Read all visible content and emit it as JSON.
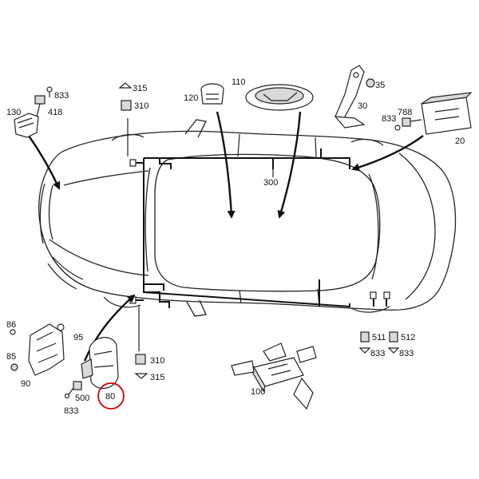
{
  "labels": {
    "p833_a": "833",
    "p418": "418",
    "p130": "130",
    "p315_top": "315",
    "p310_top": "310",
    "p120": "120",
    "p110": "110",
    "p35": "35",
    "p30": "30",
    "p788": "788",
    "p833_b": "833",
    "p20": "20",
    "p300": "300",
    "p86": "86",
    "p95": "95",
    "p85": "85",
    "p90": "90",
    "p500": "500",
    "p833_c": "833",
    "p80": "80",
    "p310_bot": "310",
    "p315_bot": "315",
    "p100": "100",
    "p511": "511",
    "p833_d": "833",
    "p512": "512",
    "p833_e": "833"
  },
  "highlight": {
    "target": "80",
    "color": "#d40000"
  }
}
